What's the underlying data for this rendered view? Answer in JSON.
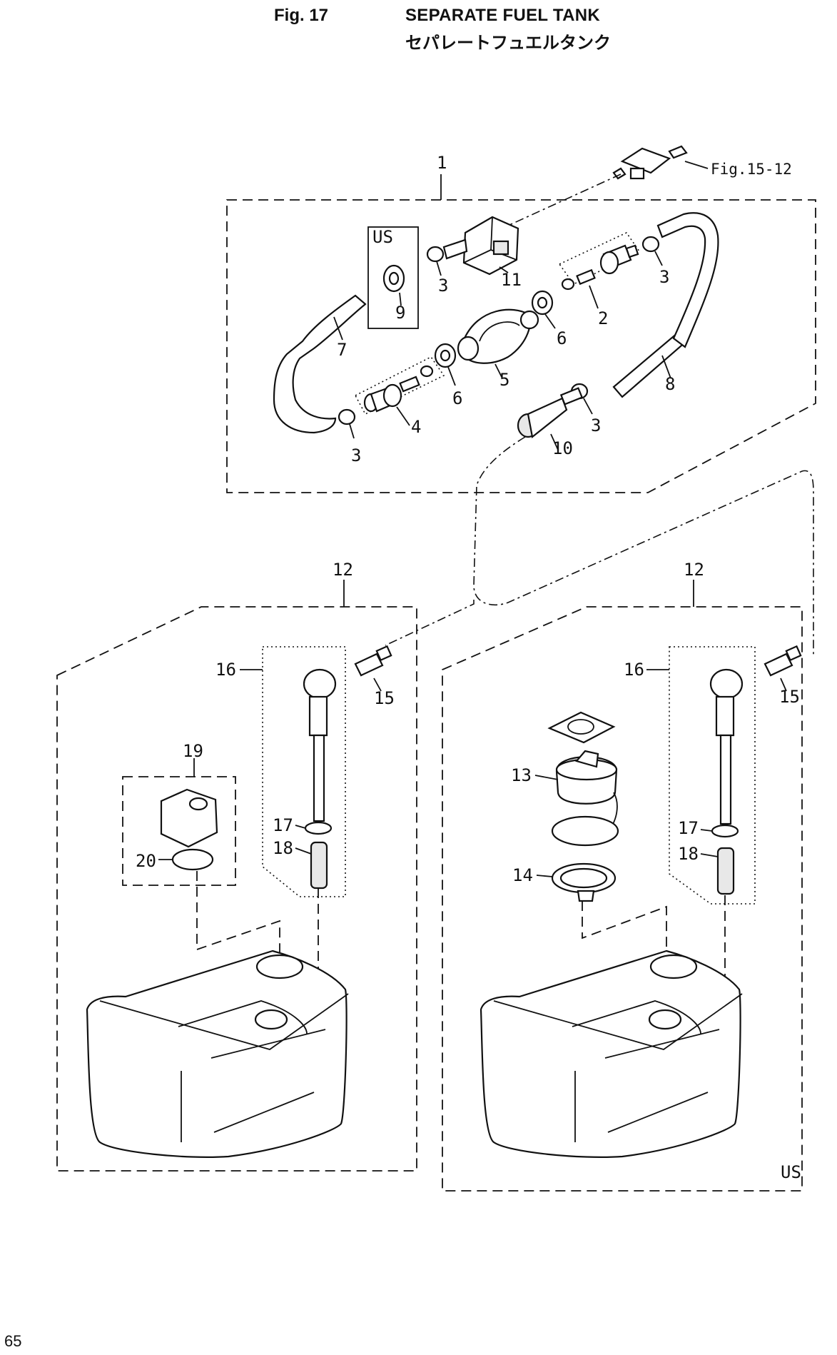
{
  "header": {
    "figure": "Fig. 17",
    "title_en": "SEPARATE FUEL TANK",
    "title_jp": "セパレートフュエルタンク"
  },
  "page_number": "65",
  "references": {
    "fig_15_12": "Fig.15-12"
  },
  "region_labels": {
    "us_top": "US",
    "us_bottom": "US"
  },
  "callouts": {
    "c1": "1",
    "c2": "2",
    "c3a": "3",
    "c3b": "3",
    "c3c": "3",
    "c3d": "3",
    "c4": "4",
    "c5": "5",
    "c6a": "6",
    "c6b": "6",
    "c7": "7",
    "c8": "8",
    "c9": "9",
    "c10": "10",
    "c11": "11",
    "c12a": "12",
    "c12b": "12",
    "c13": "13",
    "c14": "14",
    "c15a": "15",
    "c15b": "15",
    "c16a": "16",
    "c16b": "16",
    "c17a": "17",
    "c17b": "17",
    "c18a": "18",
    "c18b": "18",
    "c19": "19",
    "c20": "20"
  }
}
